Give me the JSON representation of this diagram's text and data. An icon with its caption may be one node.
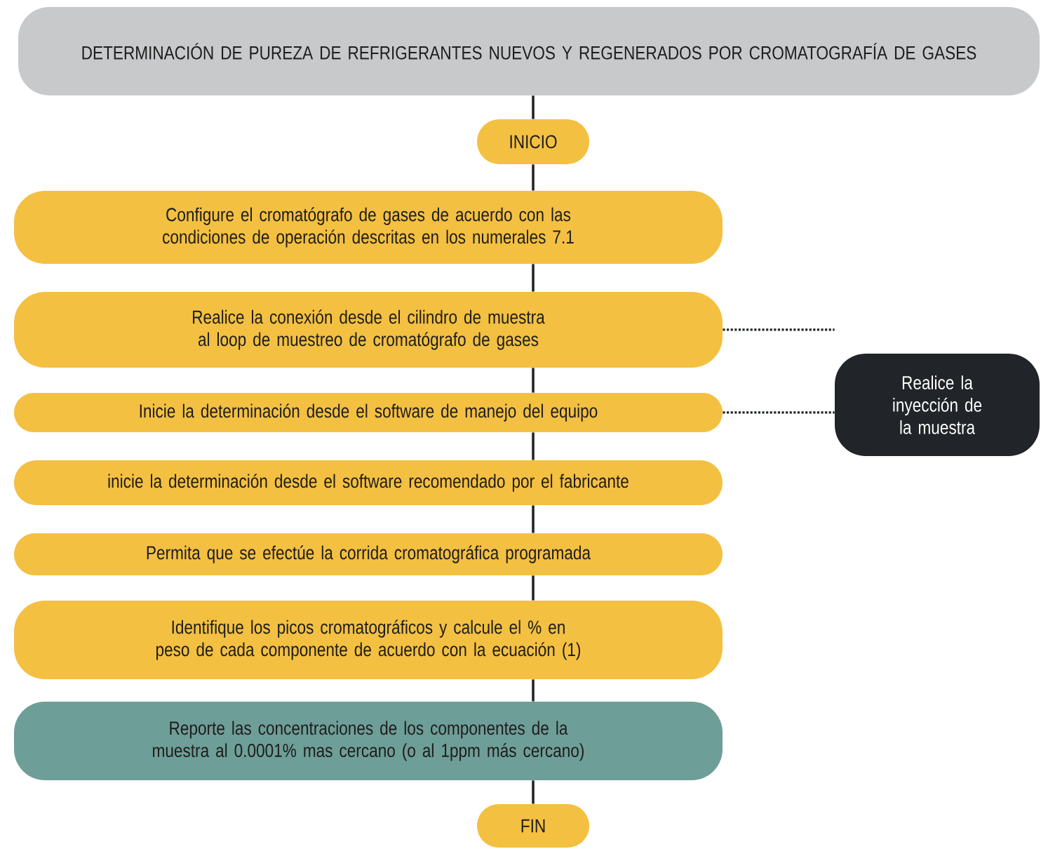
{
  "diagram": {
    "nodes": [
      {
        "text": [
          "DETERMINACIÓN DE PUREZA DE REFRIGERANTES NUEVOS Y REGENERADOS POR CROMATOGRAFÍA DE GASES"
        ]
      },
      {
        "text": [
          "INICIO"
        ]
      },
      {
        "text": [
          "Configure el cromatógrafo de gases  de acuerdo con las condiciones de operación descritas en los numerales 7.1"
        ]
      },
      {
        "text": [
          "Realice la conexión  desde el cilindro de muestra al loop de muestreo de cromatógrafo de gases"
        ]
      },
      {
        "text": [
          "Inicie la determinación desde el software de manejo del equipo"
        ]
      },
      {
        "text": [
          "inicie la determinación desde el software recomendado por el fabricante"
        ]
      },
      {
        "text": [
          "Permita que se efectúe la corrida cromatográfica programada"
        ]
      },
      {
        "text": [
          "Identifique los picos cromatográficos y calcule el % en peso de cada componente de acuerdo con la ecuación (1)"
        ]
      },
      {
        "text": [
          "Reporte las concentraciones de los componentes de la muestra al 0.0001% mas cercano (o al 1ppm más cercano)"
        ]
      },
      {
        "text": [
          "FIN"
        ]
      },
      {
        "text": [
          "Realice la inyección de la muestra"
        ]
      }
    ],
    "edges": [
      {
        "from": 0,
        "to": 1,
        "arrow": "none"
      },
      {
        "from": 1,
        "to": 2,
        "arrow": "none"
      },
      {
        "from": 2,
        "to": 3,
        "arrow": "none"
      },
      {
        "from": 3,
        "to": 4,
        "arrow": "none"
      },
      {
        "from": 4,
        "to": 5,
        "arrow": "none"
      },
      {
        "from": 5,
        "to": 6,
        "arrow": "none"
      },
      {
        "from": 6,
        "to": 7,
        "arrow": "none"
      },
      {
        "from": 7,
        "to": 8,
        "arrow": "none"
      },
      {
        "from": 8,
        "to": 9,
        "arrow": "none"
      },
      {
        "from": 3,
        "to": 10,
        "arrow": "none",
        "style": "dashed"
      },
      {
        "from": 4,
        "to": 10,
        "arrow": "none",
        "style": "dashed"
      }
    ]
  }
}
